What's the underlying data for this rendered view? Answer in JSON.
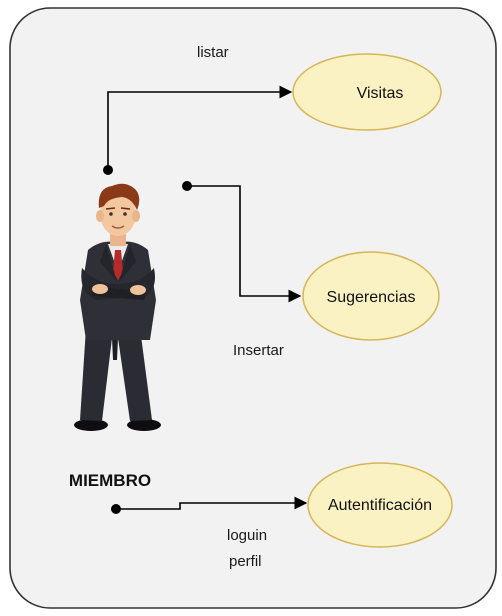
{
  "actor": {
    "name": "MIEMBRO"
  },
  "use_cases": [
    {
      "label": "Visitas"
    },
    {
      "label": "Sugerencias"
    },
    {
      "label": "Autentificación"
    }
  ],
  "connections": [
    {
      "label": "listar"
    },
    {
      "label": "Insertar"
    },
    {
      "label_line1": "loguin",
      "label_line2": "perfil"
    }
  ],
  "colors": {
    "boundary_fill": "#f2f2f2",
    "boundary_stroke": "#333333",
    "usecase_fill": "#fbf2c4",
    "usecase_stroke": "#d6b656"
  }
}
